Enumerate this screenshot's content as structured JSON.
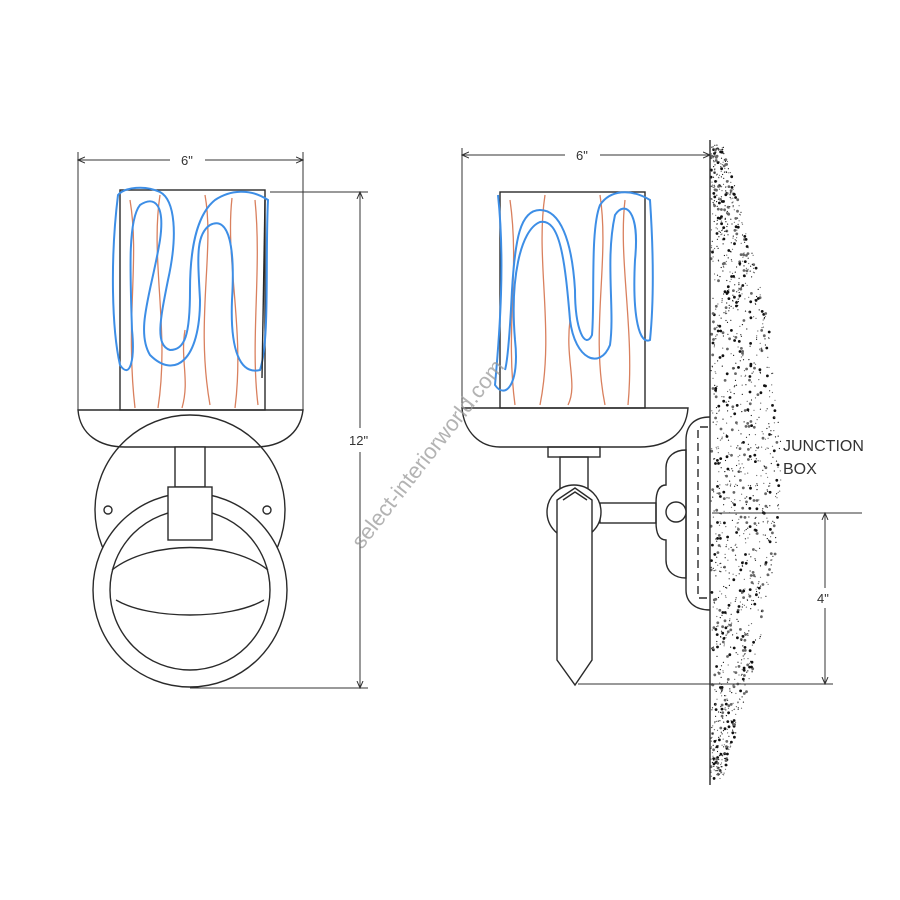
{
  "front_view": {
    "width_label": "6\"",
    "height_label": "12\""
  },
  "side_view": {
    "width_label": "6\"",
    "box_offset_label": "4\"",
    "junction_label_line1": "JUNCTION",
    "junction_label_line2": "BOX"
  },
  "watermark": "select-interiorworld.com",
  "colors": {
    "glass_blue": "#3d8ee6",
    "glass_copper": "#d9805e",
    "line": "#2a2a2a"
  }
}
